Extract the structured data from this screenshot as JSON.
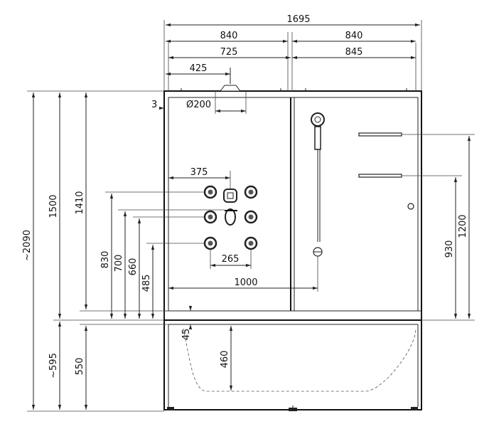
{
  "dimensions": {
    "total_width": "1695",
    "left_width_840": "840",
    "right_width_840": "840",
    "left_inner_725": "725",
    "right_inner_845": "845",
    "shower_offset_425": "425",
    "wall_thickness_3": "3",
    "rain_diameter": "Ø200",
    "panel_offset_375": "375",
    "jet_spacing_265": "265",
    "hand_shower_offset_1000": "1000",
    "overall_height": "~2090",
    "cabin_height_1500": "1500",
    "inner_height_1410": "1410",
    "jet_height_830": "830",
    "jet_height_700": "700",
    "jet_height_660": "660",
    "jet_height_485": "485",
    "shelf_height_1200": "1200",
    "shelf_height_930": "930",
    "tub_height_595": "~595",
    "tub_height_550": "550",
    "tub_depth_460": "460",
    "tub_edge_45": "45"
  }
}
